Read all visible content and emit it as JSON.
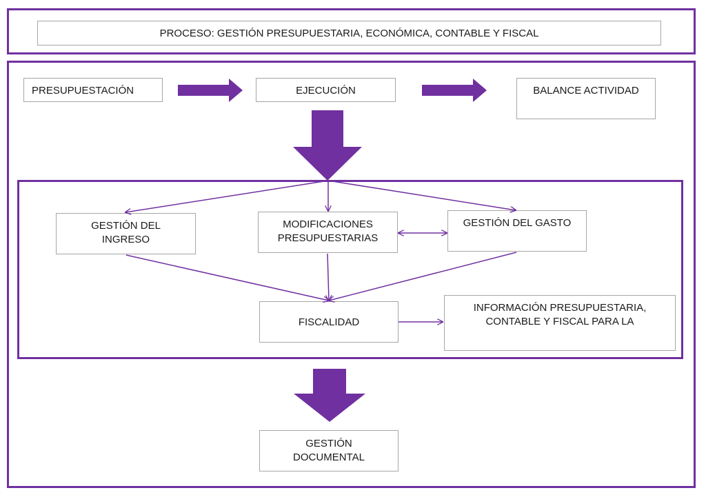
{
  "title": "PROCESO: GESTIÓN PRESUPUESTARIA, ECONÓMICA, CONTABLE Y FISCAL",
  "stages": {
    "presupuestacion": "PRESUPUESTACIÓN",
    "ejecucion": "EJECUCIÓN",
    "balance": "BALANCE ACTIVIDAD"
  },
  "execution": {
    "ingreso": "GESTIÓN DEL\nINGRESO",
    "modificaciones": "MODIFICACIONES\nPRESUPUESTARIAS",
    "gasto": "GESTIÓN DEL GASTO",
    "fiscalidad": "FISCALIDAD",
    "informacion": "INFORMACIÓN PRESUPUESTARIA,\nCONTABLE Y FISCAL PARA LA"
  },
  "documental": "GESTIÓN\nDOCUMENTAL",
  "colors": {
    "accent": "#7030a0",
    "box_border": "#a6a6a6",
    "text": "#1a1a1a"
  }
}
